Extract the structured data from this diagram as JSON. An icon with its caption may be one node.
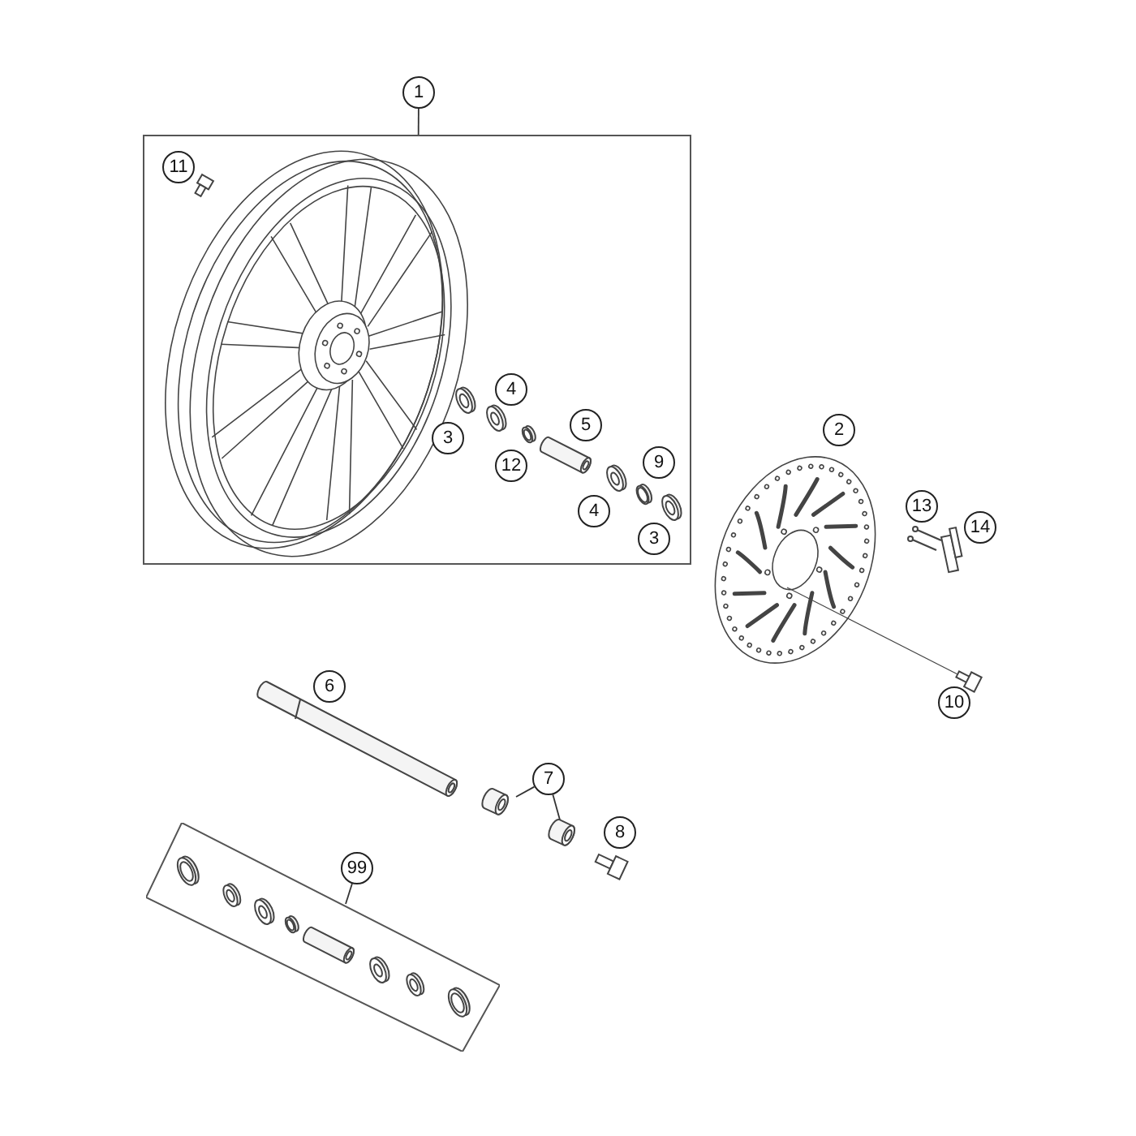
{
  "diagram": {
    "nodes": [
      {
        "text": [
          "1"
        ]
      },
      {
        "text": [],
        "shape": "box"
      },
      {
        "text": [
          "11"
        ],
        "in": 1
      },
      {
        "text": [
          "4"
        ],
        "in": 1
      },
      {
        "text": [
          "5"
        ],
        "in": 1
      },
      {
        "text": [
          "3"
        ],
        "in": 1
      },
      {
        "text": [
          "9"
        ],
        "in": 1
      },
      {
        "text": [
          "12"
        ],
        "in": 1
      },
      {
        "text": [
          "4"
        ],
        "in": 1
      },
      {
        "text": [
          "3"
        ],
        "in": 1
      },
      {
        "text": [
          "2"
        ]
      },
      {
        "text": [
          "13"
        ]
      },
      {
        "text": [
          "14"
        ]
      },
      {
        "text": [
          "6"
        ]
      },
      {
        "text": [
          "10"
        ]
      },
      {
        "text": [
          "7"
        ]
      },
      {
        "text": [],
        "shape": "picture"
      },
      {
        "text": [],
        "shape": "picture"
      },
      {
        "text": [
          "8"
        ]
      },
      {
        "text": [
          "99"
        ]
      },
      {
        "text": [],
        "shape": "box"
      }
    ],
    "edges": [
      {
        "from": 0,
        "to": 1,
        "arrow": "none"
      },
      {
        "from": 15,
        "to": 16,
        "arrow": "none"
      },
      {
        "from": 15,
        "to": 17,
        "arrow": "none"
      },
      {
        "from": 19,
        "to": 20,
        "arrow": "none"
      }
    ]
  }
}
